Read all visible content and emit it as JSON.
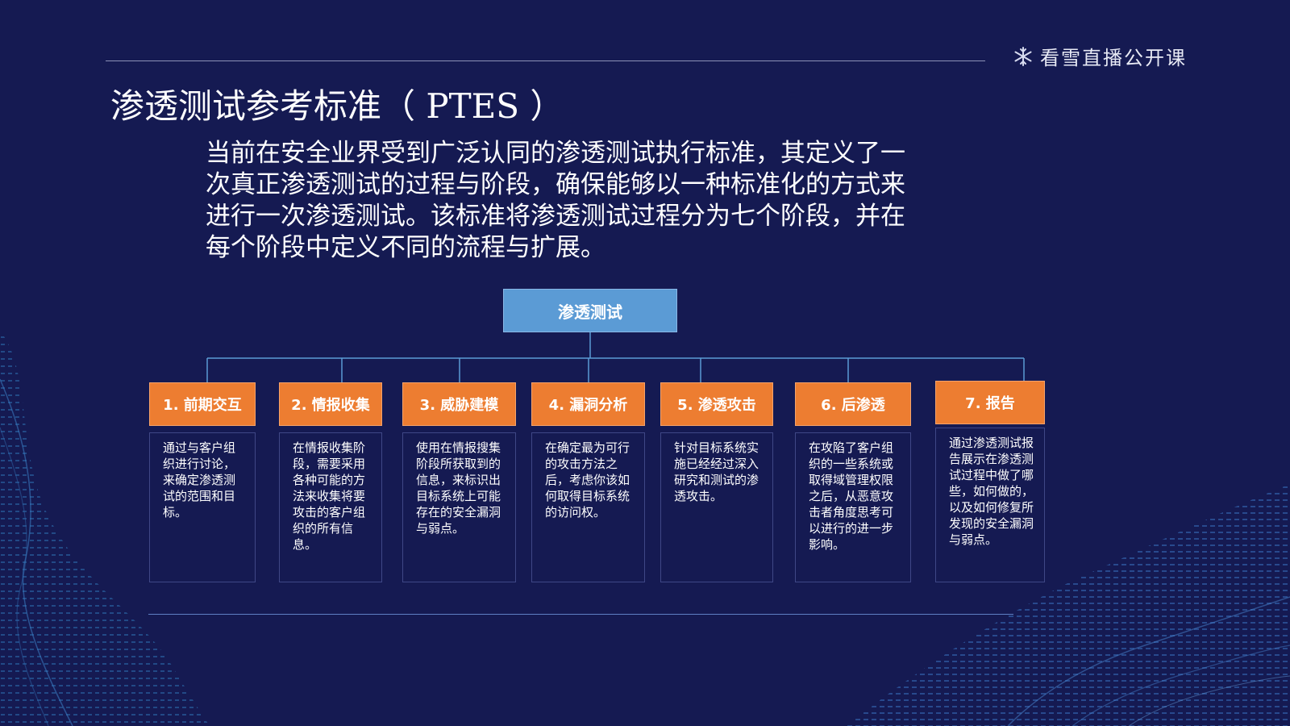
{
  "header": {
    "brand_icon": "snowflake-icon",
    "brand_text": "看雪直播公开课"
  },
  "title": "渗透测试参考标准（ PTES ）",
  "intro_lines": [
    "当前在安全业界受到广泛认同的渗透测试执行标准，其定义了一",
    "次真正渗透测试的过程与阶段，确保能够以一种标准化的方式来",
    "进行一次渗透测试。该标准将渗透测试过程分为七个阶段，并在",
    "每个阶段中定义不同的流程与扩展。"
  ],
  "diagram": {
    "root": "渗透测试",
    "stages": [
      {
        "label": "1. 前期交互",
        "desc": "通过与客户组织进行讨论，来确定渗透测试的范围和目标。"
      },
      {
        "label": "2. 情报收集",
        "desc": "在情报收集阶段，需要采用各种可能的方法来收集将要攻击的客户组织的所有信息。"
      },
      {
        "label": "3. 威胁建模",
        "desc": "使用在情报搜集阶段所获取到的信息，来标识出目标系统上可能存在的安全漏洞与弱点。"
      },
      {
        "label": "4. 漏洞分析",
        "desc": "在确定最为可行的攻击方法之后，考虑你该如何取得目标系统的访问权。"
      },
      {
        "label": "5. 渗透攻击",
        "desc": "针对目标系统实施已经经过深入研究和测试的渗透攻击。"
      },
      {
        "label": "6. 后渗透",
        "desc": "在攻陷了客户组织的一些系统或取得域管理权限之后，从恶意攻击者角度思考可以进行的进一步影响。"
      },
      {
        "label": "7. 报告",
        "desc": "通过渗透测试报告展示在渗透测试过程中做了哪些，如何做的，以及如何修复所发现的安全漏洞与弱点。"
      }
    ]
  },
  "colors": {
    "background": "#151a52",
    "root_box": "#5b9bd5",
    "stage_head": "#ed7d31",
    "connector": "#5b9bd5"
  }
}
